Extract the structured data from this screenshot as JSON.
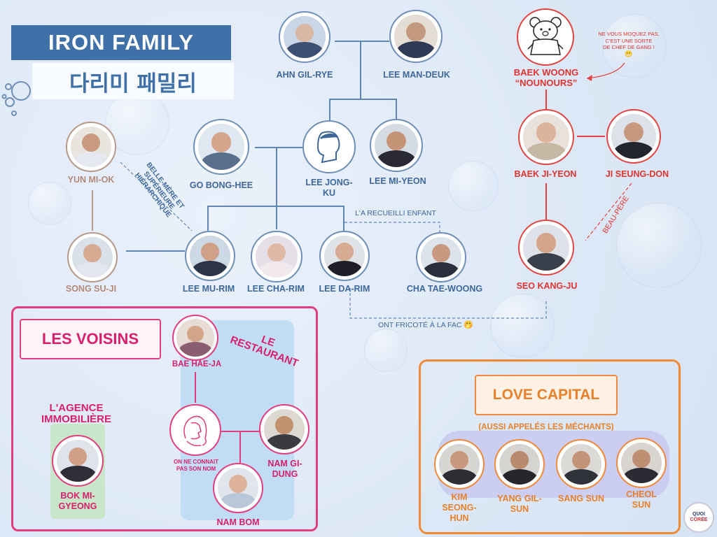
{
  "header": {
    "title": "IRON FAMILY",
    "korean_title": "다리미 패밀리"
  },
  "family": {
    "ahn_gil_rye": "AHN GIL-RYE",
    "lee_man_deuk": "LEE MAN-DEUK",
    "go_bong_hee": "GO BONG-HEE",
    "lee_jong_ku": "LEE JONG-\nKU",
    "lee_mi_yeon": "LEE MI-YEON",
    "yun_mi_ok": "YUN MI-OK",
    "song_su_ji": "SONG SU-JI",
    "lee_mu_rim": "LEE MU-RIM",
    "lee_cha_rim": "LEE CHA-RIM",
    "lee_da_rim": "LEE DA-RIM",
    "cha_tae_woong": "CHA TAE-WOONG"
  },
  "baek": {
    "baek_woong": "BAEK WOONG\n“NOUNOURS”",
    "baek_ji_yeon": "BAEK JI-YEON",
    "ji_seung_don": "JI SEUNG-DON",
    "seo_kang_ju": "SEO KANG-JU"
  },
  "annotations": {
    "bear_note": "NE VOUS MOQUEZ PAS,\nC'EST UNE SORTE\nDE CHEF DE GANG !",
    "bear_emoji": "😬",
    "belle_mere": "BELLE-MÈRE ET\nSUPÉRIEURE\nHIÉRARCHIQUE",
    "recueilli": "L'A RECUEILLI ENFANT",
    "beau_pere": "BEAU-PÈRE",
    "fricote": "ONT FRICOTÉ À LA FAC",
    "fricote_emoji": "🤭"
  },
  "voisins": {
    "title": "LES VOISINS",
    "restaurant": "LE\nRESTAURANT",
    "agence": "L'AGENCE\nIMMOBILIÈRE",
    "bae_hae_ja": "BAE HAE-JA",
    "unknown_note": "ON NE CONNAIT\nPAS SON NOM",
    "nam_gi_dung": "NAM GI-\nDUNG",
    "nam_bom": "NAM BOM",
    "bok_mi_gyeong": "BOK MI-\nGYEONG"
  },
  "love_capital": {
    "title": "LOVE CAPITAL",
    "subtitle": "(AUSSI APPELÉS LES MÉCHANTS)",
    "kim": "KIM\nSEONG-\nHUN",
    "yang": "YANG GIL-\nSUN",
    "sang": "SANG SUN",
    "cheol": "CHEOL\nSUN"
  },
  "logo": {
    "line1": "QUOI",
    "line2": "CORÉE"
  },
  "colors": {
    "navy": "#3e679a",
    "red": "#e2332f",
    "pink": "#d91f6c",
    "orange": "#e8802a",
    "tan": "#b38a79"
  }
}
